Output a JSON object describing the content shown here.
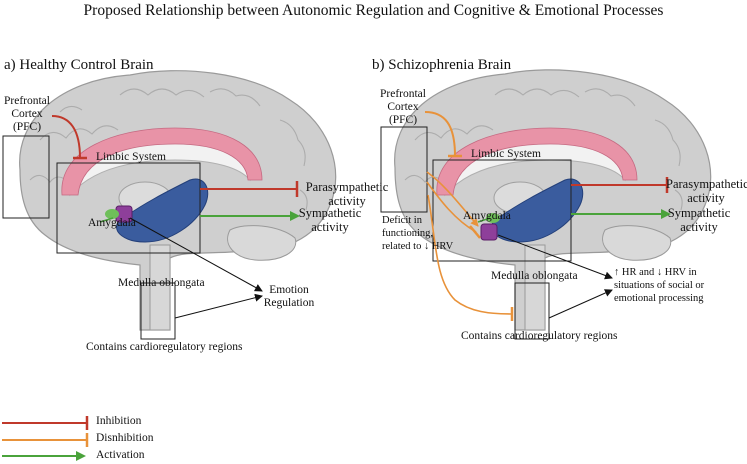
{
  "title": "Proposed Relationship between Autonomic Regulation and Cognitive &  Emotional Processes",
  "panel_a": {
    "title": "a) Healthy Control Brain",
    "pfc_label": "Prefrontal Cortex (PFC)",
    "pfc_lines": [
      "Prefrontal",
      "Cortex",
      "(PFC)"
    ],
    "limbic_label": "Limbic System",
    "amygdala_label": "Amygdala",
    "medulla_label": "Medulla oblongata",
    "cardio_label": "Contains cardioregulatory regions",
    "parasympathetic_lines": [
      "Parasympathetic",
      "activity"
    ],
    "sympathetic_lines": [
      "Sympathetic",
      "activity"
    ],
    "emotion_lines": [
      "Emotion",
      "Regulation"
    ]
  },
  "panel_b": {
    "title": "b) Schizophrenia Brain",
    "pfc_lines": [
      "Prefrontal",
      "Cortex",
      "(PFC)"
    ],
    "limbic_label": "Limbic System",
    "amygdala_label": "Amygdala",
    "medulla_label": "Medulla oblongata",
    "cardio_label": "Contains cardioregulatory regions",
    "parasympathetic_lines": [
      "Parasympathetic",
      "activity"
    ],
    "sympathetic_lines": [
      "Sympathetic",
      "activity"
    ],
    "deficit_lines": [
      "Deficit in",
      "functioning,",
      "related to ↓ HRV"
    ],
    "hrv_lines": [
      "↑ HR and ↓ HRV in",
      "situations of social or",
      "emotional processing"
    ]
  },
  "legend": [
    {
      "label": "Inhibition",
      "color": "#c0392b",
      "end": "bar"
    },
    {
      "label": "Disnhibition",
      "color": "#e8923a",
      "end": "bar"
    },
    {
      "label": "Activation",
      "color": "#4aa33b",
      "end": "arrow"
    }
  ],
  "colors": {
    "inhibition": "#c0392b",
    "disinhibition": "#e8923a",
    "activation": "#4aa33b",
    "brain": "#c9c9c9",
    "limbic_pink": "#e893a7",
    "amygdala": "#8e3f9a",
    "hippocampus": "#3a5c9e"
  }
}
